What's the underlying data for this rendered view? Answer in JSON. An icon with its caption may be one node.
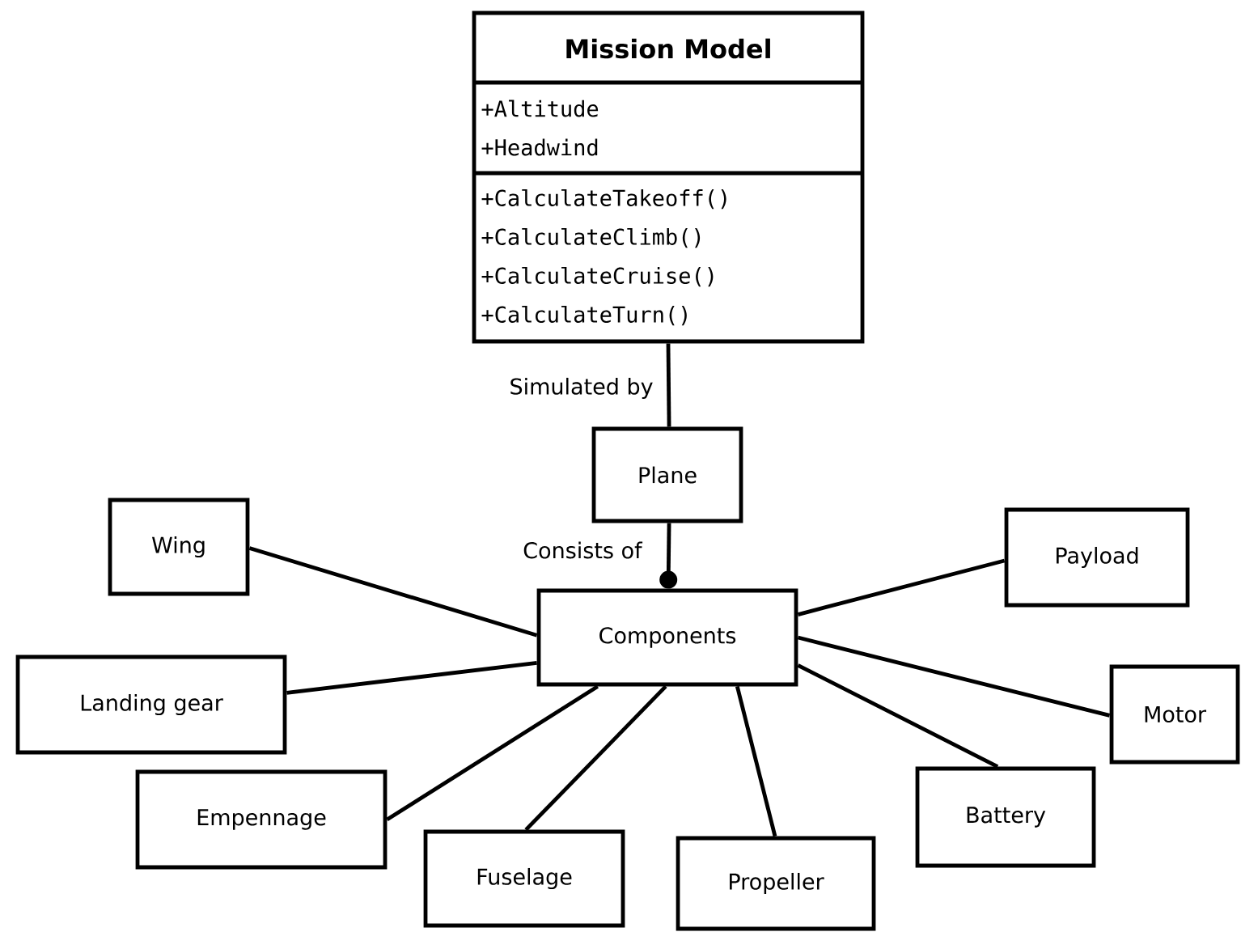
{
  "diagram": {
    "nodes": [
      {
        "text": [
          "Mission Model",
          "+Altitude",
          "+Headwind",
          "+CalculateTakeoff()",
          "+CalculateClimb()",
          "+CalculateCruise()",
          "+CalculateTurn()"
        ]
      },
      {
        "text": [
          "Plane"
        ]
      },
      {
        "text": [
          "Components"
        ]
      },
      {
        "text": [
          "Wing"
        ]
      },
      {
        "text": [
          "Landing gear"
        ]
      },
      {
        "text": [
          "Empennage"
        ]
      },
      {
        "text": [
          "Fuselage"
        ]
      },
      {
        "text": [
          "Propeller"
        ]
      },
      {
        "text": [
          "Battery"
        ]
      },
      {
        "text": [
          "Motor"
        ]
      },
      {
        "text": [
          "Payload"
        ]
      }
    ],
    "edges": [
      {
        "from": 0,
        "to": 1,
        "arrow": "none",
        "label": "Simulated by"
      },
      {
        "from": 1,
        "to": 2,
        "arrow": "other",
        "label": "Consists of"
      },
      {
        "from": 2,
        "to": 3,
        "arrow": "none"
      },
      {
        "from": 2,
        "to": 4,
        "arrow": "none"
      },
      {
        "from": 2,
        "to": 5,
        "arrow": "none"
      },
      {
        "from": 2,
        "to": 6,
        "arrow": "none"
      },
      {
        "from": 2,
        "to": 7,
        "arrow": "none"
      },
      {
        "from": 2,
        "to": 8,
        "arrow": "none"
      },
      {
        "from": 2,
        "to": 9,
        "arrow": "none"
      },
      {
        "from": 2,
        "to": 10,
        "arrow": "none"
      }
    ]
  }
}
